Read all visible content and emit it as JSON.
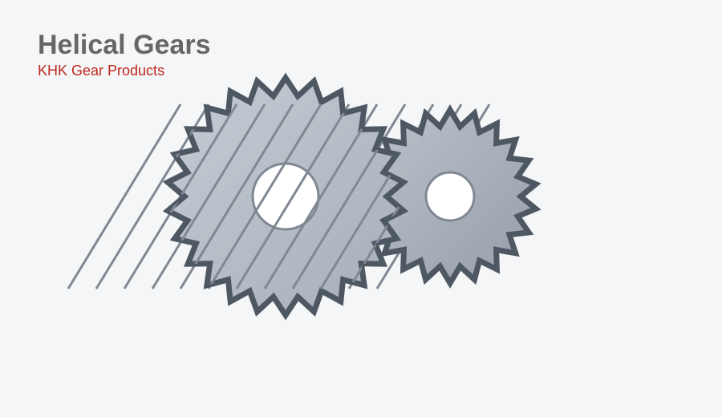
{
  "header": {
    "title": "Helical Gears",
    "subtitle": "KHK Gear Products"
  },
  "colors": {
    "background": "#f4f6f8",
    "title": "#666666",
    "subtitle": "#c0271c",
    "gear_outline": "#4e5863",
    "helix_lines": "#7f8893",
    "large_gear_fill_light": "#c6ccd4",
    "large_gear_fill_dark": "#a6aeb8",
    "small_gear_fill_light": "#bcc2ca",
    "small_gear_fill_dark": "#959ea9",
    "bore": "#ffffff"
  },
  "illustration": {
    "large_gear": {
      "teeth": 26
    },
    "small_gear": {
      "teeth": 22
    },
    "helix_line_count": 12
  }
}
